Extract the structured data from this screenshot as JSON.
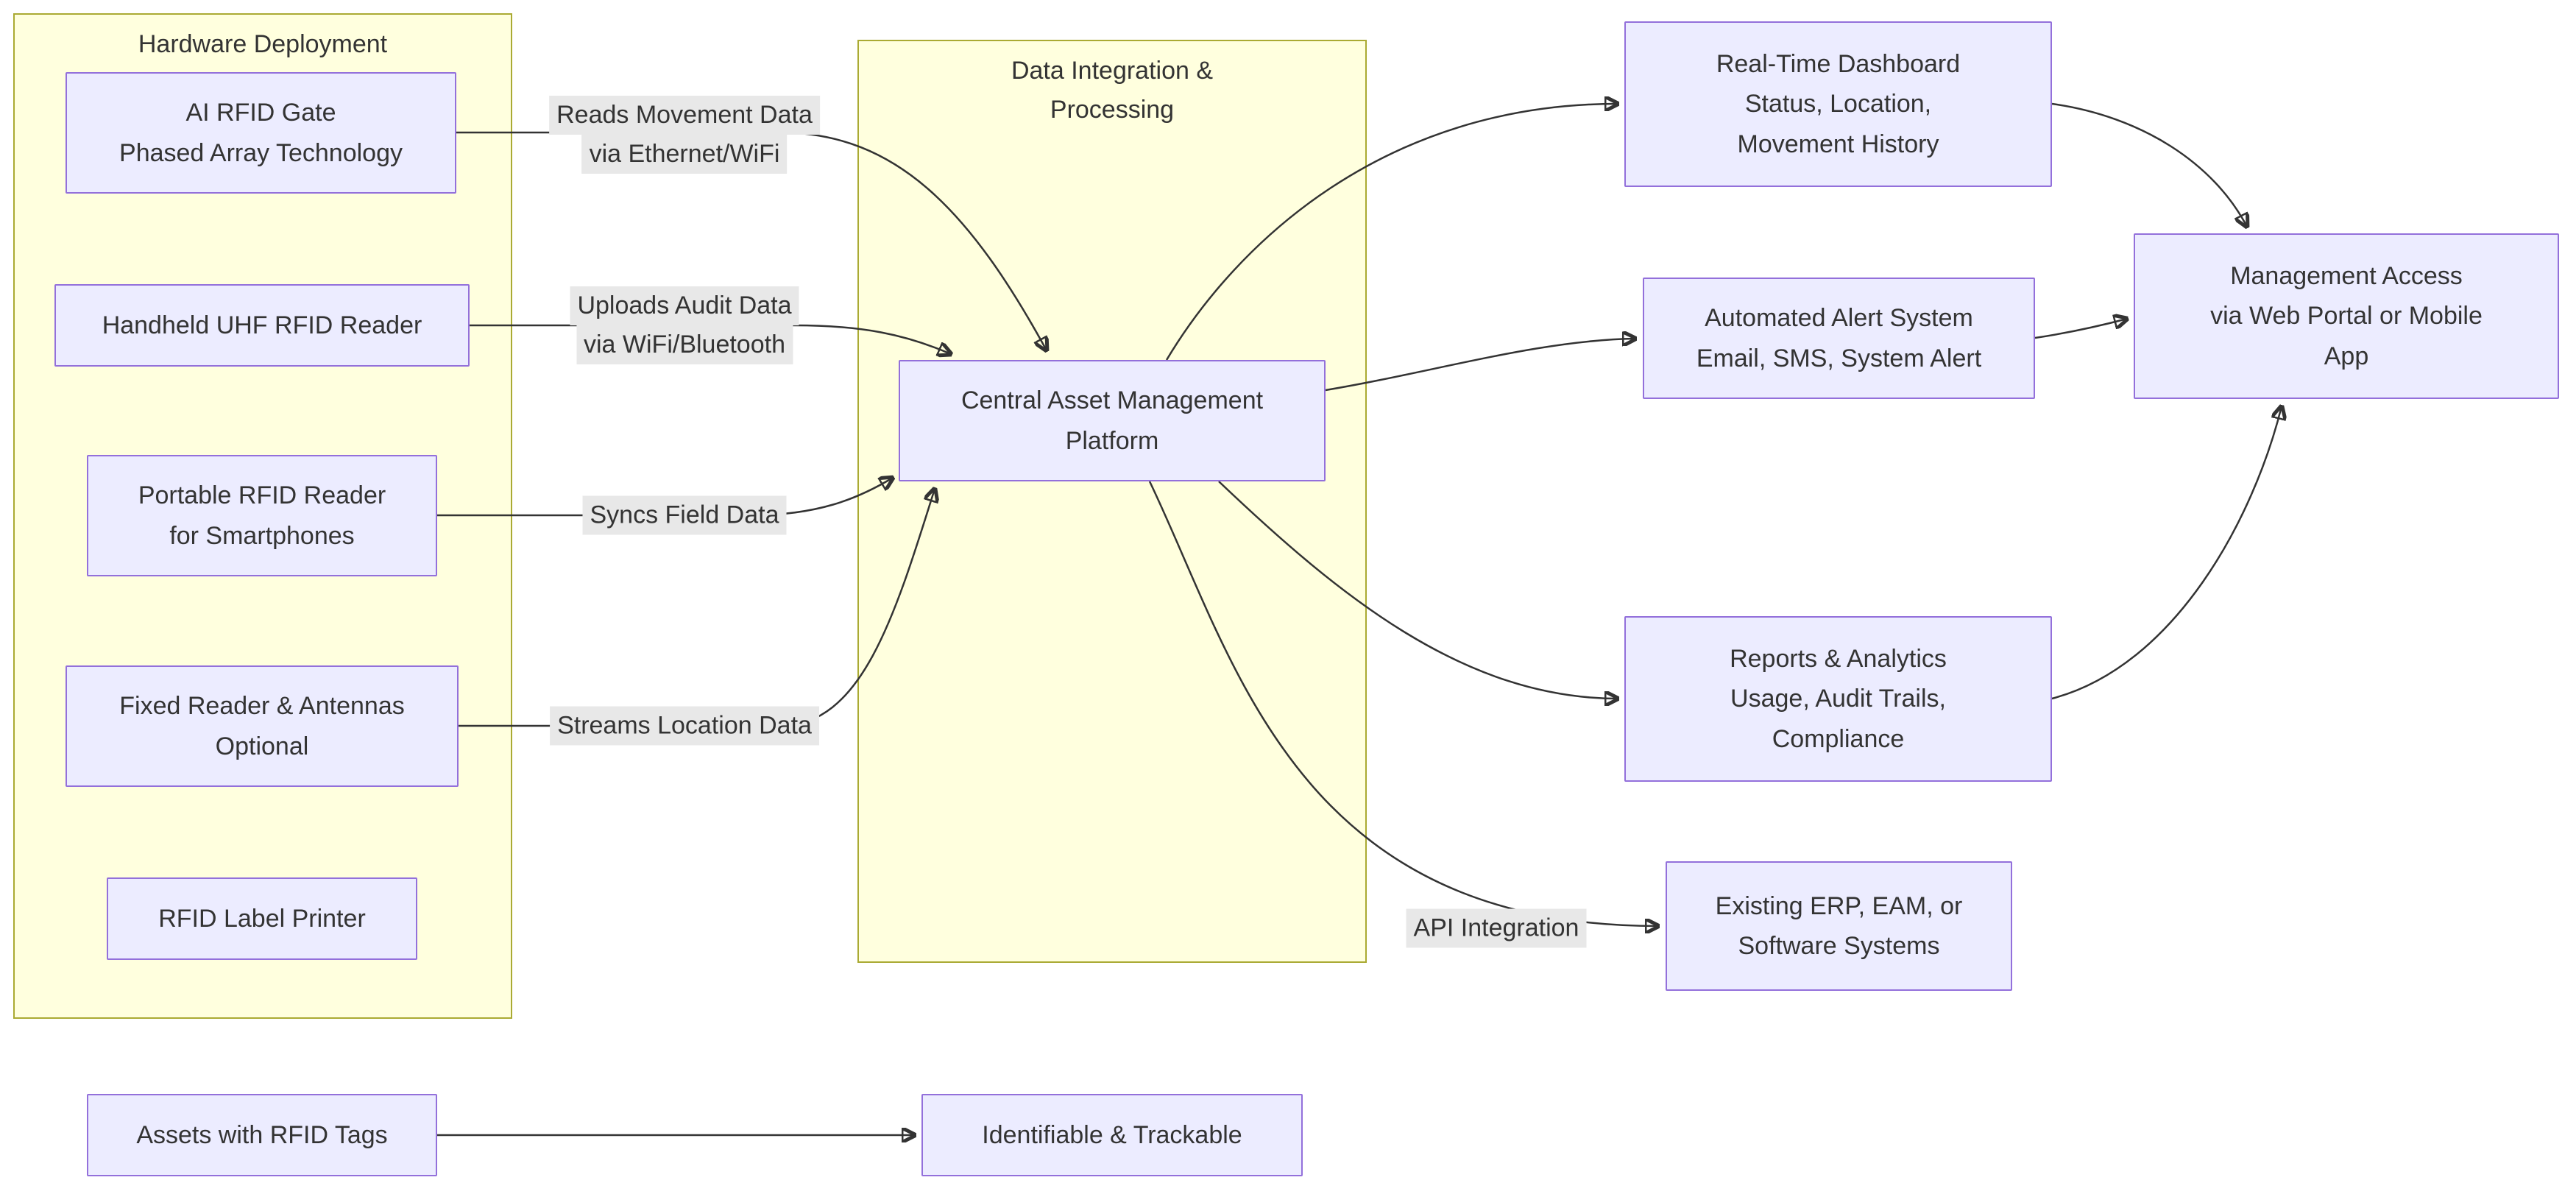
{
  "groups": {
    "hardware": {
      "title": "Hardware Deployment"
    },
    "integration": {
      "title_lines": [
        "Data Integration &",
        "Processing"
      ]
    }
  },
  "nodes": {
    "ai_gate": {
      "lines": [
        "AI RFID Gate",
        "Phased Array Technology"
      ]
    },
    "handheld": {
      "lines": [
        "Handheld UHF RFID Reader"
      ]
    },
    "portable": {
      "lines": [
        "Portable RFID Reader",
        "for Smartphones"
      ]
    },
    "fixed_reader": {
      "lines": [
        "Fixed Reader & Antennas",
        "Optional"
      ]
    },
    "printer": {
      "lines": [
        "RFID Label Printer"
      ]
    },
    "platform": {
      "lines": [
        "Central Asset Management",
        "Platform"
      ]
    },
    "dashboard": {
      "lines": [
        "Real-Time Dashboard",
        "Status, Location,",
        "Movement History"
      ]
    },
    "alerts": {
      "lines": [
        "Automated Alert System",
        "Email, SMS, System Alert"
      ]
    },
    "reports": {
      "lines": [
        "Reports & Analytics",
        "Usage, Audit Trails,",
        "Compliance"
      ]
    },
    "erp": {
      "lines": [
        "Existing ERP, EAM, or",
        "Software Systems"
      ]
    },
    "management": {
      "lines": [
        "Management Access",
        "via Web Portal or Mobile",
        "App"
      ]
    },
    "assets": {
      "lines": [
        "Assets with RFID Tags"
      ]
    },
    "identifiable": {
      "lines": [
        "Identifiable & Trackable"
      ]
    }
  },
  "edge_labels": {
    "reads": {
      "lines": [
        "Reads Movement Data",
        "via Ethernet/WiFi"
      ]
    },
    "uploads": {
      "lines": [
        "Uploads Audit Data",
        "via WiFi/Bluetooth"
      ]
    },
    "syncs": {
      "lines": [
        "Syncs Field Data"
      ]
    },
    "streams": {
      "lines": [
        "Streams Location Data"
      ]
    },
    "api": {
      "lines": [
        "API Integration"
      ]
    }
  },
  "colors": {
    "node_fill": "#ECECFF",
    "node_border": "#9370DB",
    "group_fill": "#FFFFDE",
    "group_border": "#AAAA33",
    "edge": "#333333",
    "edge_label_bg": "#E8E8E8",
    "text": "#333333",
    "background": "#FFFFFF"
  }
}
